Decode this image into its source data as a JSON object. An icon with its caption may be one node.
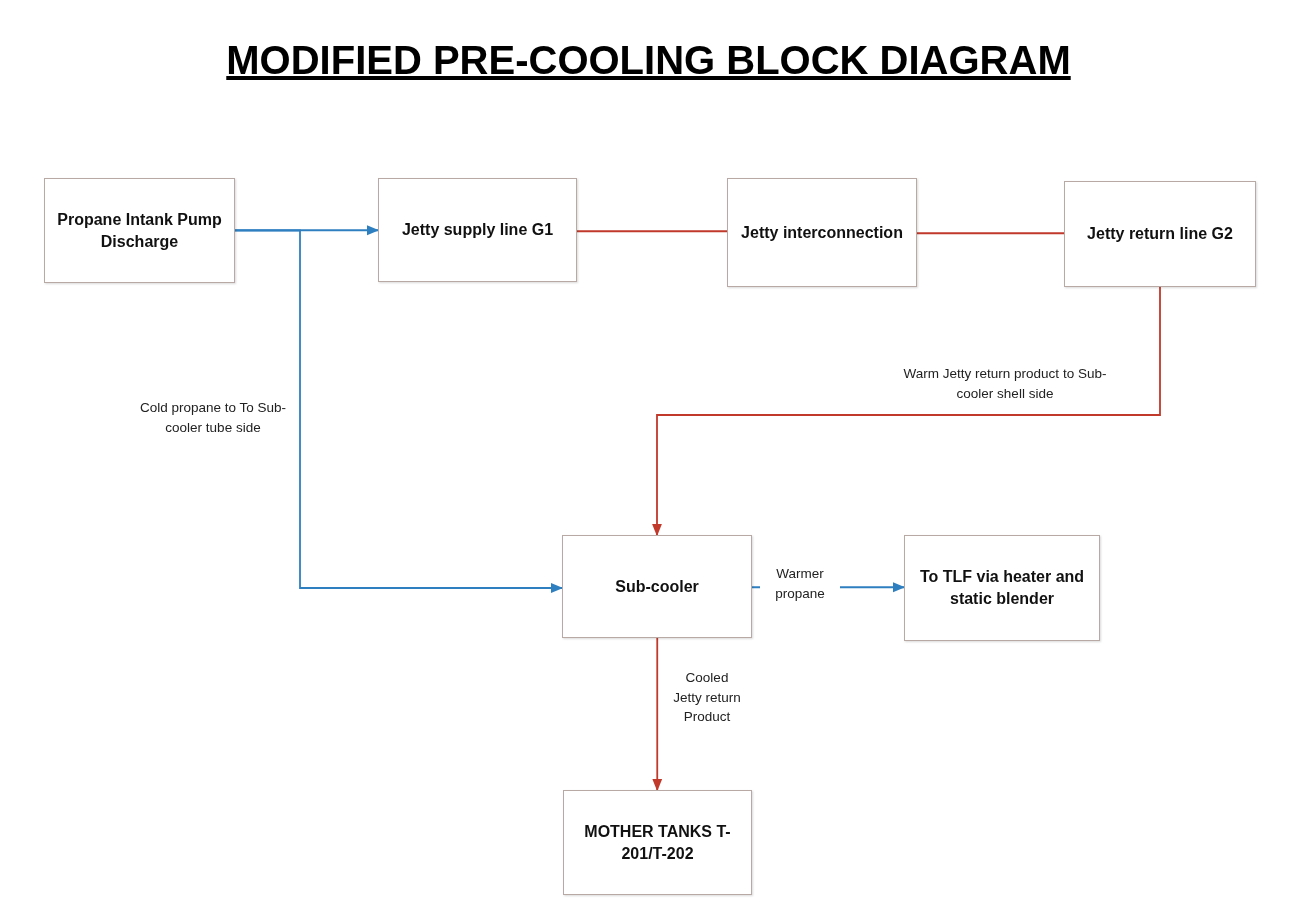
{
  "diagram": {
    "title": "MODIFIED PRE-COOLING BLOCK DIAGRAM",
    "nodes": [
      {
        "text": [
          "Propane Intank Pump Discharge"
        ]
      },
      {
        "text": [
          "Jetty supply line G1"
        ]
      },
      {
        "text": [
          "Jetty interconnection"
        ]
      },
      {
        "text": [
          "Jetty return line G2"
        ]
      },
      {
        "text": [
          "Sub-cooler"
        ]
      },
      {
        "text": [
          "To TLF via heater and static blender"
        ]
      },
      {
        "text": [
          "MOTHER TANKS T-201/T-202"
        ]
      }
    ],
    "edges": [
      {
        "from": 0,
        "to": 1,
        "arrow": "to",
        "color": "#2e7fc0"
      },
      {
        "from": 0,
        "to": 4,
        "arrow": "to",
        "color": "#2e7fc0",
        "label": "Cold propane to To Sub-cooler tube side"
      },
      {
        "from": 1,
        "to": 2,
        "arrow": "none"
      },
      {
        "from": 2,
        "to": 3,
        "arrow": "none"
      },
      {
        "from": 3,
        "to": 4,
        "arrow": "to",
        "label": "Warm Jetty return product to Sub-cooler shell side"
      },
      {
        "from": 4,
        "to": 5,
        "arrow": "to",
        "color": "#2e7fc0",
        "label": "Warmer propane"
      },
      {
        "from": 4,
        "to": 6,
        "arrow": "to",
        "label": "Cooled Jetty return Product"
      }
    ]
  }
}
